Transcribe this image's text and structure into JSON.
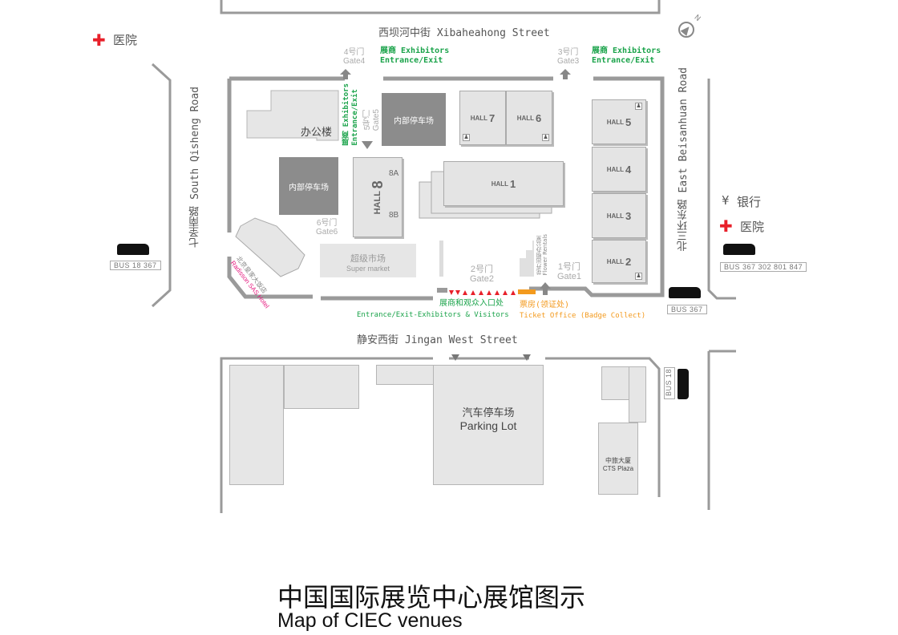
{
  "title_cn": "中国国际展览中心展馆图示",
  "title_en": "Map of CIEC venues",
  "streets": {
    "north": "西坝河中街 Xibaheahong Street",
    "south": "静安西街 Jingan West Street",
    "west": "七圣南路 South Qisheng Road",
    "east": "北三环东路 East Beisanhuan Road"
  },
  "compass": "N",
  "poi": {
    "hospital": "医院",
    "bank": "银行",
    "bank_symbol": "¥"
  },
  "bus": {
    "west": "BUS 18 367",
    "east": "BUS 367 302 801 847",
    "southeast": "BUS 367",
    "bottom_right": "BUS 18"
  },
  "gates": {
    "gate1": {
      "cn": "1号门",
      "en": "Gate1"
    },
    "gate2": {
      "cn": "2号门",
      "en": "Gate2"
    },
    "gate3": {
      "cn": "3号门",
      "en": "Gate3"
    },
    "gate4": {
      "cn": "4号门",
      "en": "Gate4"
    },
    "gate5": {
      "cn": "5号门",
      "en": "Gate5"
    },
    "gate6": {
      "cn": "6号门",
      "en": "Gate6"
    }
  },
  "entrances": {
    "exhibitors_cn": "展商 Exhibitors",
    "exhibitors_en": "Entrance/Exit",
    "main_cn": "展商和观众入口处",
    "main_en": "Entrance/Exit-Exhibitors & Visitors",
    "ticket_cn": "票房(领证处)",
    "ticket_en": "Ticket Office (Badge Collect)"
  },
  "buildings": {
    "office": "办公楼",
    "inner_parking": "内部停车场",
    "supermarket_cn": "超级市场",
    "supermarket_en": "Super market",
    "hotel_cn": "北京皇家大饭店",
    "hotel_en": "Radisson SAS Hotel",
    "flower_cn": "花卉出租办公室",
    "flower_en": "Flower Rentals",
    "parking_cn": "汽车停车场",
    "parking_en": "Parking Lot",
    "cts_cn": "中旅大厦",
    "cts_en": "CTS Plaza"
  },
  "halls": {
    "prefix": "HALL",
    "h1": "1",
    "h2": "2",
    "h3": "3",
    "h4": "4",
    "h5": "5",
    "h6": "6",
    "h7": "7",
    "h8": "8",
    "h8a": "8A",
    "h8b": "8B"
  },
  "colors": {
    "wall": "#9a9a9a",
    "exhibitor_green": "#1aa34a",
    "ticket_orange": "#f39a1e",
    "hospital_red": "#e8202a",
    "hotel_pink": "#e5197e"
  }
}
